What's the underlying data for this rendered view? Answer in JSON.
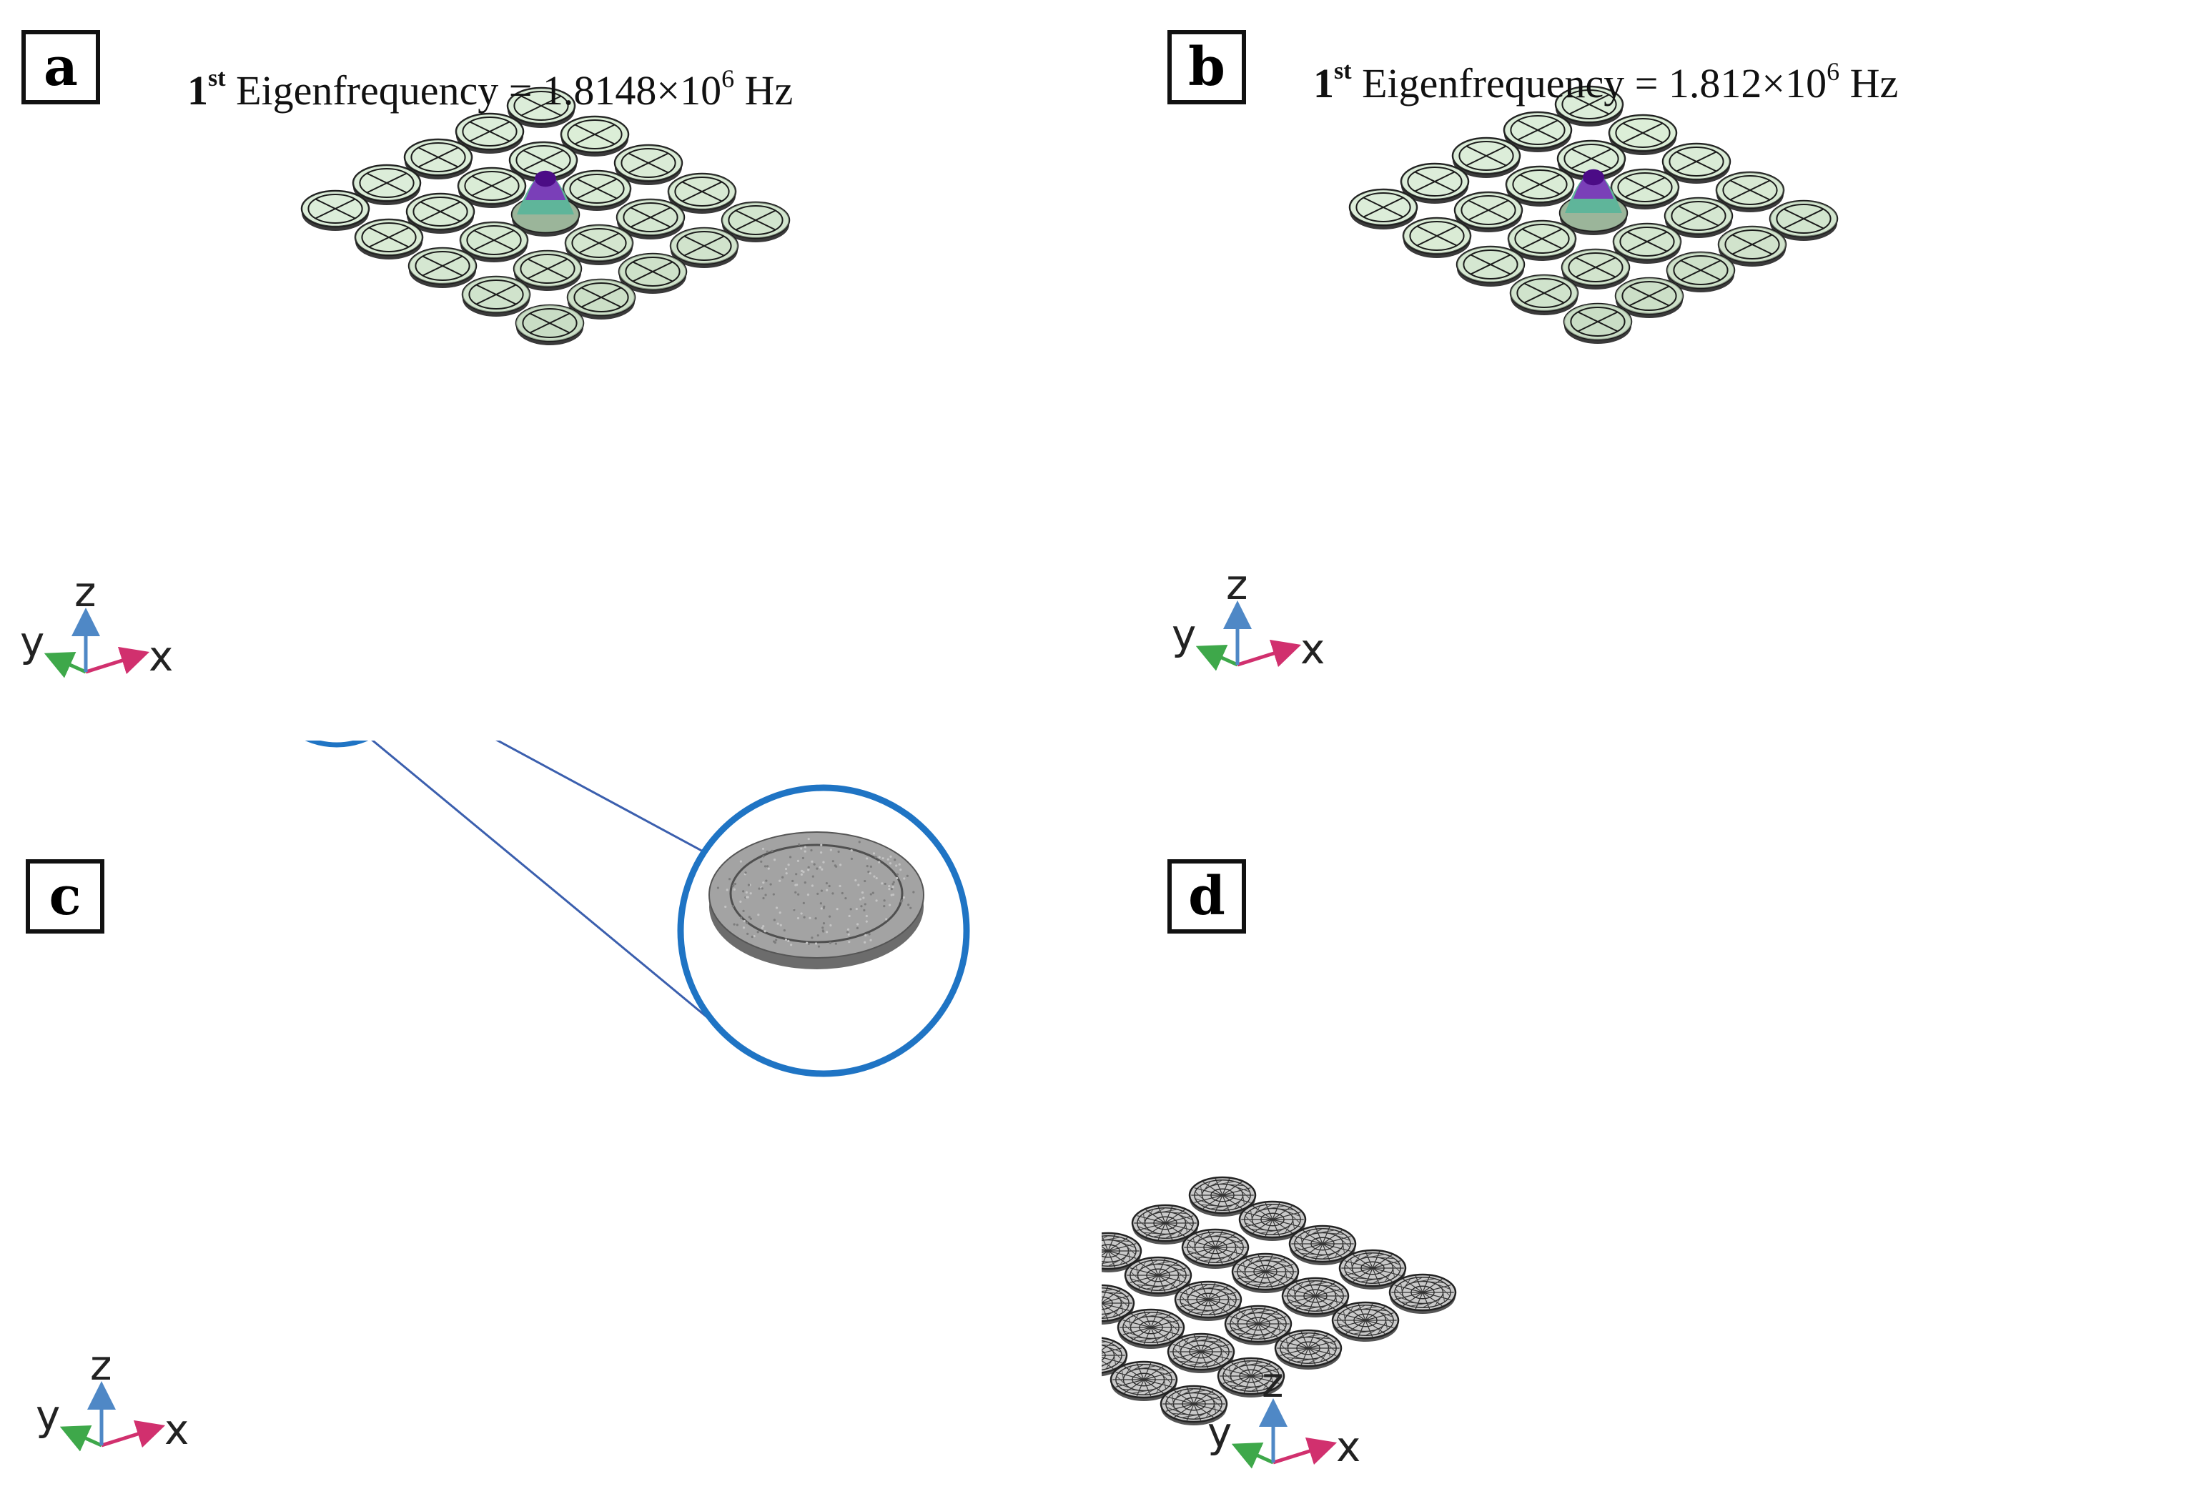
{
  "panels": [
    {
      "id": "a",
      "label": "a",
      "frequency": {
        "ordinal": "1",
        "suffix": "st",
        "text": "Eigenfrequency = 1.8148×10",
        "exponent": "6",
        "unit": "Hz"
      },
      "style": "mode-shape",
      "excited_element": [
        2,
        2
      ]
    },
    {
      "id": "b",
      "label": "b",
      "frequency": {
        "ordinal": "1",
        "suffix": "st",
        "text": "Eigenfrequency = 1.812×10",
        "exponent": "6",
        "unit": "Hz"
      },
      "style": "mode-shape",
      "excited_element": [
        2,
        2
      ]
    },
    {
      "id": "c",
      "label": "c",
      "style": "solid-mesh",
      "zoom_element": [
        4,
        3
      ]
    },
    {
      "id": "d",
      "label": "d",
      "style": "wire-mesh"
    }
  ],
  "array": {
    "rows": 5,
    "cols": 5
  },
  "axes": {
    "x": "x",
    "y": "y",
    "z": "z"
  },
  "colors": {
    "disk_fill": "#e2f3de",
    "disk_shade": "#bfd3ba",
    "disk_edge": "#1a1a1a",
    "solid_disk": "#141414",
    "mesh_disk": "#9a9a9a",
    "zoom_ring": "#1f74c4",
    "mode_peak": "#4b0c86",
    "mode_mid": "#7a3fb8",
    "mode_base": "#5fb59a",
    "axis_x": "#d1306e",
    "axis_y": "#3ea84a",
    "axis_z": "#4f88c6"
  }
}
